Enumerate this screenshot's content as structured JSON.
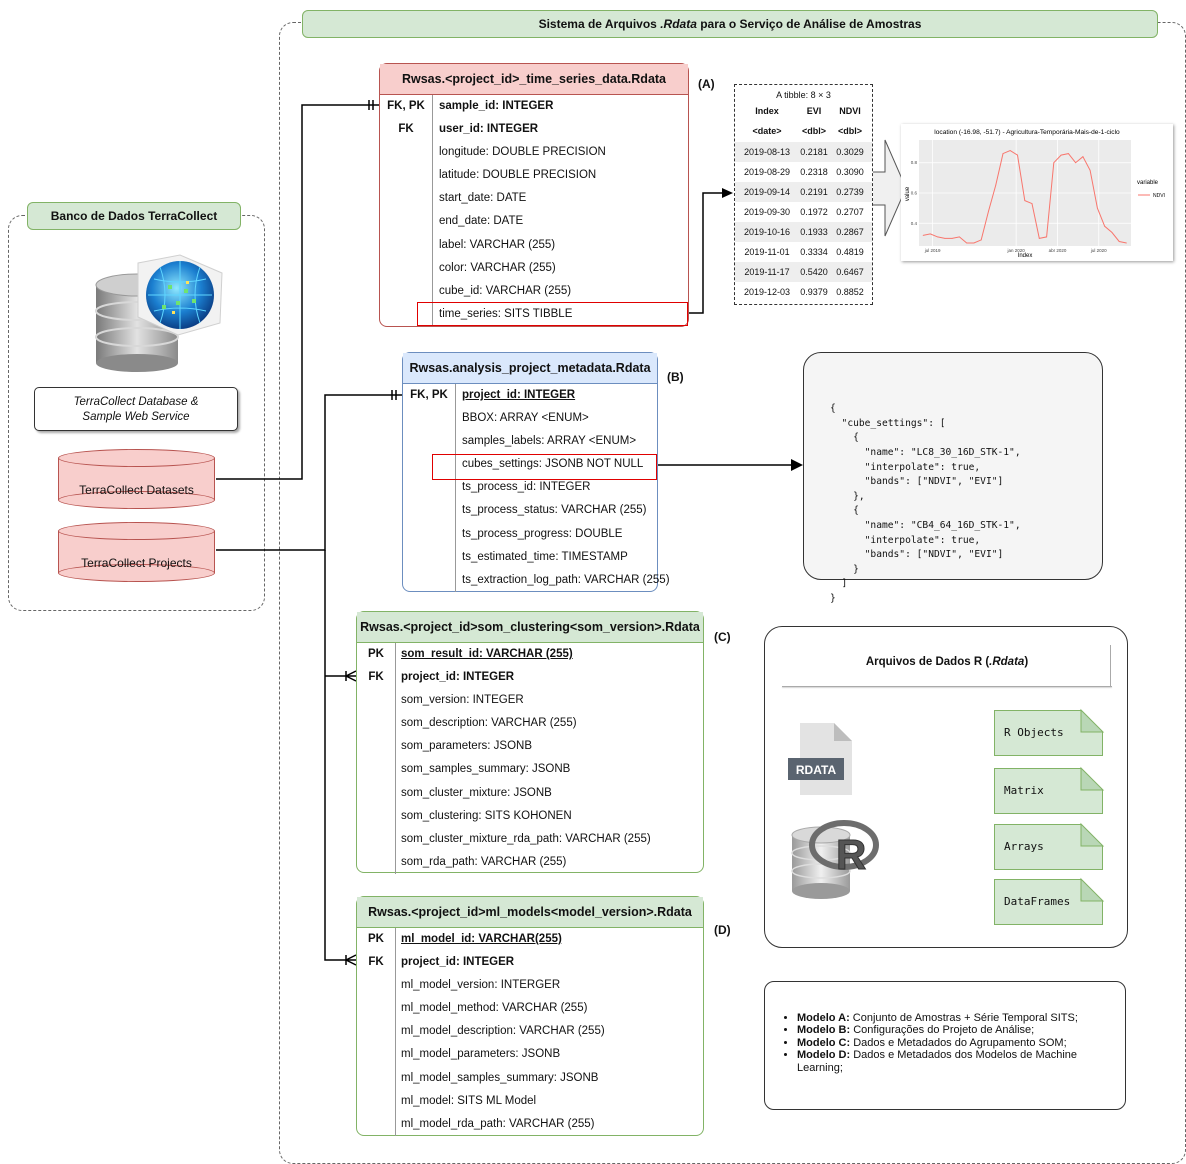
{
  "main_title_prefix": "Sistema de Arquivos ",
  "main_title_em": ".Rdata",
  "main_title_suffix": " para o Serviço de Análise de Amostras",
  "db_group": {
    "title": "Banco de Dados TerraCollect",
    "service_line1": "TerraCollect Database &",
    "service_line2": "Sample Web Service",
    "datasets": "TerraCollect Datasets",
    "projects": "TerraCollect Projects"
  },
  "labels": {
    "a": "(A)",
    "b": "(B)",
    "c": "(C)",
    "d": "(D)"
  },
  "table_a": {
    "title": "Rwsas.<project_id>_time_series_data.Rdata",
    "rows": [
      {
        "key": "FK, PK",
        "field": "sample_id: INTEGER"
      },
      {
        "key": "FK",
        "field": "user_id: INTEGER"
      },
      {
        "key": "",
        "field": "longitude: DOUBLE PRECISION"
      },
      {
        "key": "",
        "field": "latitude: DOUBLE PRECISION"
      },
      {
        "key": "",
        "field": "start_date: DATE"
      },
      {
        "key": "",
        "field": "end_date: DATE"
      },
      {
        "key": "",
        "field": "label: VARCHAR (255)"
      },
      {
        "key": "",
        "field": "color: VARCHAR (255)"
      },
      {
        "key": "",
        "field": "cube_id: VARCHAR (255)"
      },
      {
        "key": "",
        "field": "time_series: SITS TIBBLE"
      }
    ]
  },
  "table_b": {
    "title": "Rwsas.analysis_project_metadata.Rdata",
    "rows": [
      {
        "key": "FK, PK",
        "field": "project_id: INTEGER"
      },
      {
        "key": "",
        "field": "BBOX: ARRAY <ENUM>"
      },
      {
        "key": "",
        "field": "samples_labels: ARRAY <ENUM>"
      },
      {
        "key": "",
        "field": "cubes_settings: JSONB NOT NULL"
      },
      {
        "key": "",
        "field": "ts_process_id: INTEGER"
      },
      {
        "key": "",
        "field": "ts_process_status: VARCHAR (255)"
      },
      {
        "key": "",
        "field": "ts_process_progress: DOUBLE"
      },
      {
        "key": "",
        "field": "ts_estimated_time: TIMESTAMP"
      },
      {
        "key": "",
        "field": "ts_extraction_log_path: VARCHAR (255)"
      }
    ]
  },
  "table_c": {
    "title": "Rwsas.<project_id>som_clustering<som_version>.Rdata",
    "rows": [
      {
        "key": "PK",
        "field": "som_result_id: VARCHAR (255)"
      },
      {
        "key": "FK",
        "field": "project_id: INTEGER"
      },
      {
        "key": "",
        "field": "som_version: INTEGER"
      },
      {
        "key": "",
        "field": "som_description: VARCHAR (255)"
      },
      {
        "key": "",
        "field": "som_parameters: JSONB"
      },
      {
        "key": "",
        "field": "som_samples_summary: JSONB"
      },
      {
        "key": "",
        "field": "som_cluster_mixture: JSONB"
      },
      {
        "key": "",
        "field": "som_clustering: SITS KOHONEN"
      },
      {
        "key": "",
        "field": "som_cluster_mixture_rda_path: VARCHAR (255)"
      },
      {
        "key": "",
        "field": "som_rda_path: VARCHAR (255)"
      }
    ]
  },
  "table_d": {
    "title": "Rwsas.<project_id>ml_models<model_version>.Rdata",
    "rows": [
      {
        "key": "PK",
        "field": "ml_model_id: VARCHAR(255)"
      },
      {
        "key": "FK",
        "field": "project_id: INTEGER"
      },
      {
        "key": "",
        "field": "ml_model_version: INTERGER"
      },
      {
        "key": "",
        "field": "ml_model_method: VARCHAR (255)"
      },
      {
        "key": "",
        "field": "ml_model_description: VARCHAR (255)"
      },
      {
        "key": "",
        "field": "ml_model_parameters: JSONB"
      },
      {
        "key": "",
        "field": "ml_model_samples_summary: JSONB"
      },
      {
        "key": "",
        "field": "ml_model: SITS ML Model"
      },
      {
        "key": "",
        "field": "ml_model_rda_path: VARCHAR (255)"
      }
    ]
  },
  "tibble": {
    "title": "A tibble: 8 × 3",
    "headers": [
      "Index",
      "EVI",
      "NDVI"
    ],
    "types": [
      "<date>",
      "<dbl>",
      "<dbl>"
    ],
    "rows": [
      [
        "2019-08-13",
        "0.2181",
        "0.3029"
      ],
      [
        "2019-08-29",
        "0.2318",
        "0.3090"
      ],
      [
        "2019-09-14",
        "0.2191",
        "0.2739"
      ],
      [
        "2019-09-30",
        "0.1972",
        "0.2707"
      ],
      [
        "2019-10-16",
        "0.1933",
        "0.2867"
      ],
      [
        "2019-11-01",
        "0.3334",
        "0.4819"
      ],
      [
        "2019-11-17",
        "0.5420",
        "0.6467"
      ],
      [
        "2019-12-03",
        "0.9379",
        "0.8852"
      ]
    ]
  },
  "chart_data": {
    "type": "line",
    "title": "location (-16.98, -51.7) - Agricultura-Temporária-Mais-de-1-ciclo",
    "xlabel": "Index",
    "ylabel": "value",
    "x_ticks": [
      "jul 2019",
      "jan 2020",
      "abr 2020",
      "jul 2020"
    ],
    "y_ticks": [
      "0.4",
      "0.6",
      "0.8"
    ],
    "ylim": [
      0.25,
      0.95
    ],
    "legend_title": "variable",
    "legend_position": "right",
    "series": [
      {
        "name": "NDVI",
        "color": "#f8766d",
        "x": [
          "2019-06-10",
          "2019-06-26",
          "2019-07-12",
          "2019-07-28",
          "2019-08-13",
          "2019-08-29",
          "2019-09-14",
          "2019-09-30",
          "2019-10-16",
          "2019-11-01",
          "2019-11-17",
          "2019-12-03",
          "2019-12-19",
          "2020-01-04",
          "2020-01-20",
          "2020-02-05",
          "2020-02-21",
          "2020-03-08",
          "2020-03-24",
          "2020-04-09",
          "2020-04-25",
          "2020-05-11",
          "2020-05-27",
          "2020-06-12",
          "2020-06-28",
          "2020-07-14",
          "2020-07-30",
          "2020-08-15",
          "2020-08-31"
        ],
        "values": [
          0.32,
          0.33,
          0.31,
          0.3,
          0.3,
          0.31,
          0.27,
          0.27,
          0.29,
          0.48,
          0.65,
          0.86,
          0.88,
          0.85,
          0.55,
          0.53,
          0.3,
          0.31,
          0.8,
          0.85,
          0.86,
          0.8,
          0.84,
          0.75,
          0.5,
          0.38,
          0.34,
          0.28,
          0.27
        ]
      }
    ]
  },
  "json_lines": [
    "{",
    "  \"cube_settings\": [",
    "    {",
    "      \"name\": \"LC8_30_16D_STK-1\",",
    "      \"interpolate\": true,",
    "      \"bands\": [\"NDVI\", \"EVI\"]",
    "    },",
    "    {",
    "      \"name\": \"CB4_64_16D_STK-1\",",
    "      \"interpolate\": true,",
    "      \"bands\": [\"NDVI\", \"EVI\"]",
    "    }",
    "  ]",
    "}"
  ],
  "rdata_box": {
    "title_prefix": "Arquivos de Dados R (",
    "title_em": ".Rdata",
    "title_suffix": ")",
    "file_icon_label": "RDATA",
    "notes": [
      "R Objects",
      "Matrix",
      "Arrays",
      "DataFrames"
    ]
  },
  "legend_items": [
    {
      "bold": "Modelo A:",
      "text": " Conjunto de Amostras + Série Temporal SITS;"
    },
    {
      "bold": "Modelo B:",
      "text": " Configurações do Projeto de Análise;"
    },
    {
      "bold": "Modelo C:",
      "text": " Dados e Metadados do Agrupamento SOM;"
    },
    {
      "bold": "Modelo D:",
      "text": " Dados e Metadados dos Modelos de Machine Learning;"
    }
  ],
  "colors": {
    "green_fill": "#d5e8d4",
    "red_fill": "#f8cecc",
    "blue_fill": "#dae8fc",
    "highlight": "#e00000"
  }
}
